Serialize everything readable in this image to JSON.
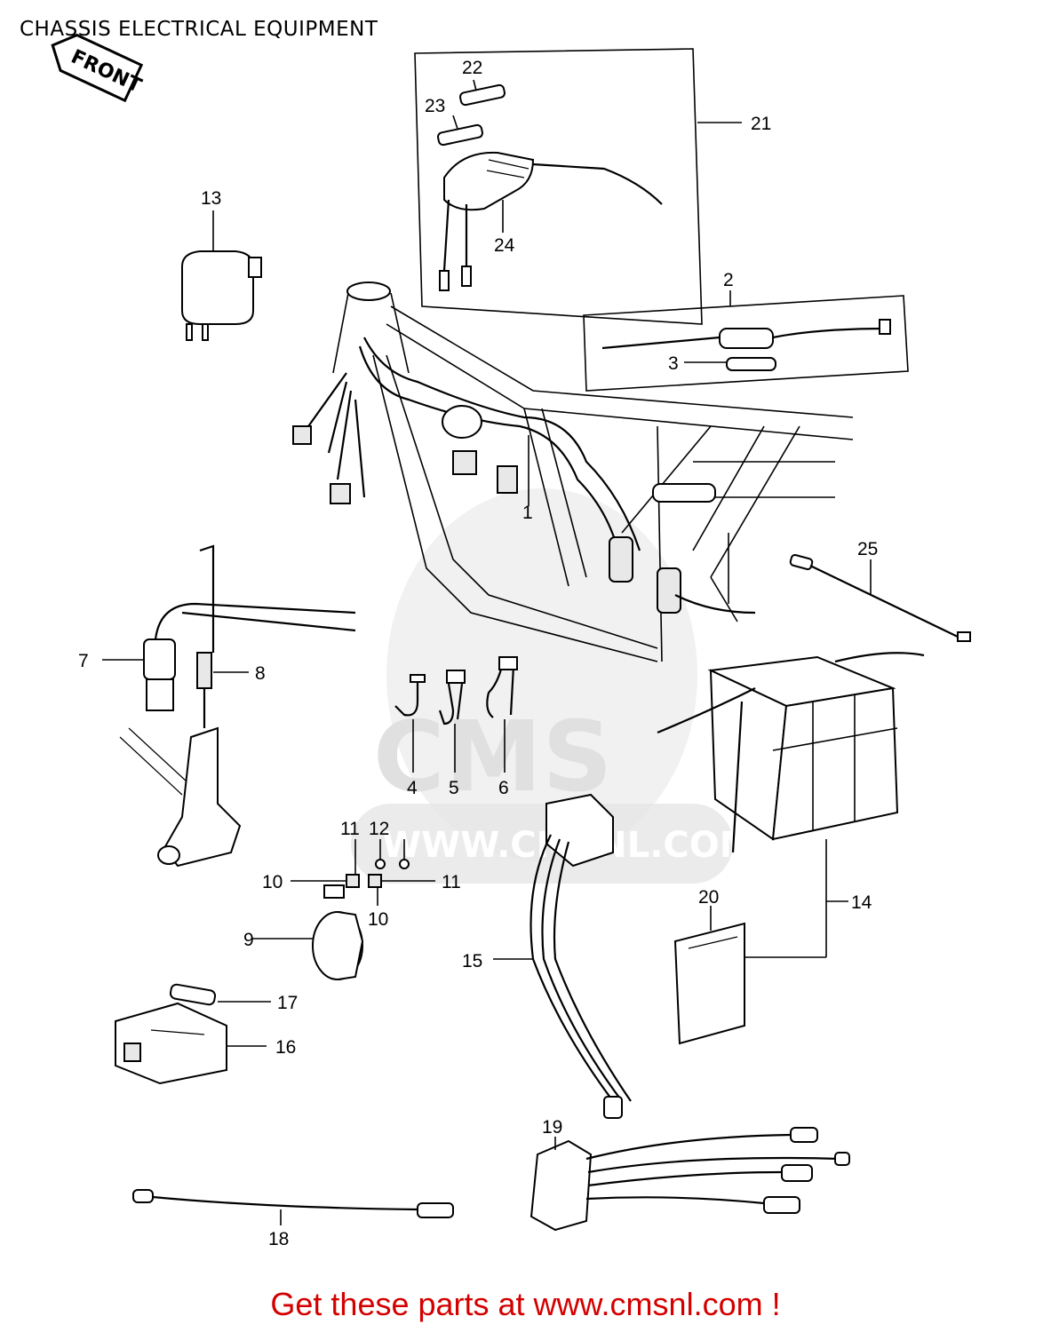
{
  "title": "CHASSIS ELECTRICAL EQUIPMENT",
  "front_tag": "FRONT",
  "watermark": {
    "logo": "CMS",
    "url": "WWW.CMSNL.COM"
  },
  "callouts": [
    "1",
    "2",
    "3",
    "4",
    "5",
    "6",
    "7",
    "8",
    "9",
    "10",
    "10",
    "11",
    "11",
    "12",
    "13",
    "14",
    "15",
    "16",
    "17",
    "18",
    "19",
    "20",
    "21",
    "22",
    "23",
    "24",
    "25"
  ],
  "footer": "Get these parts at www.cmsnl.com !",
  "colors": {
    "footer": "#d40000",
    "line": "#000000",
    "watermark": "#e0e0e0"
  }
}
